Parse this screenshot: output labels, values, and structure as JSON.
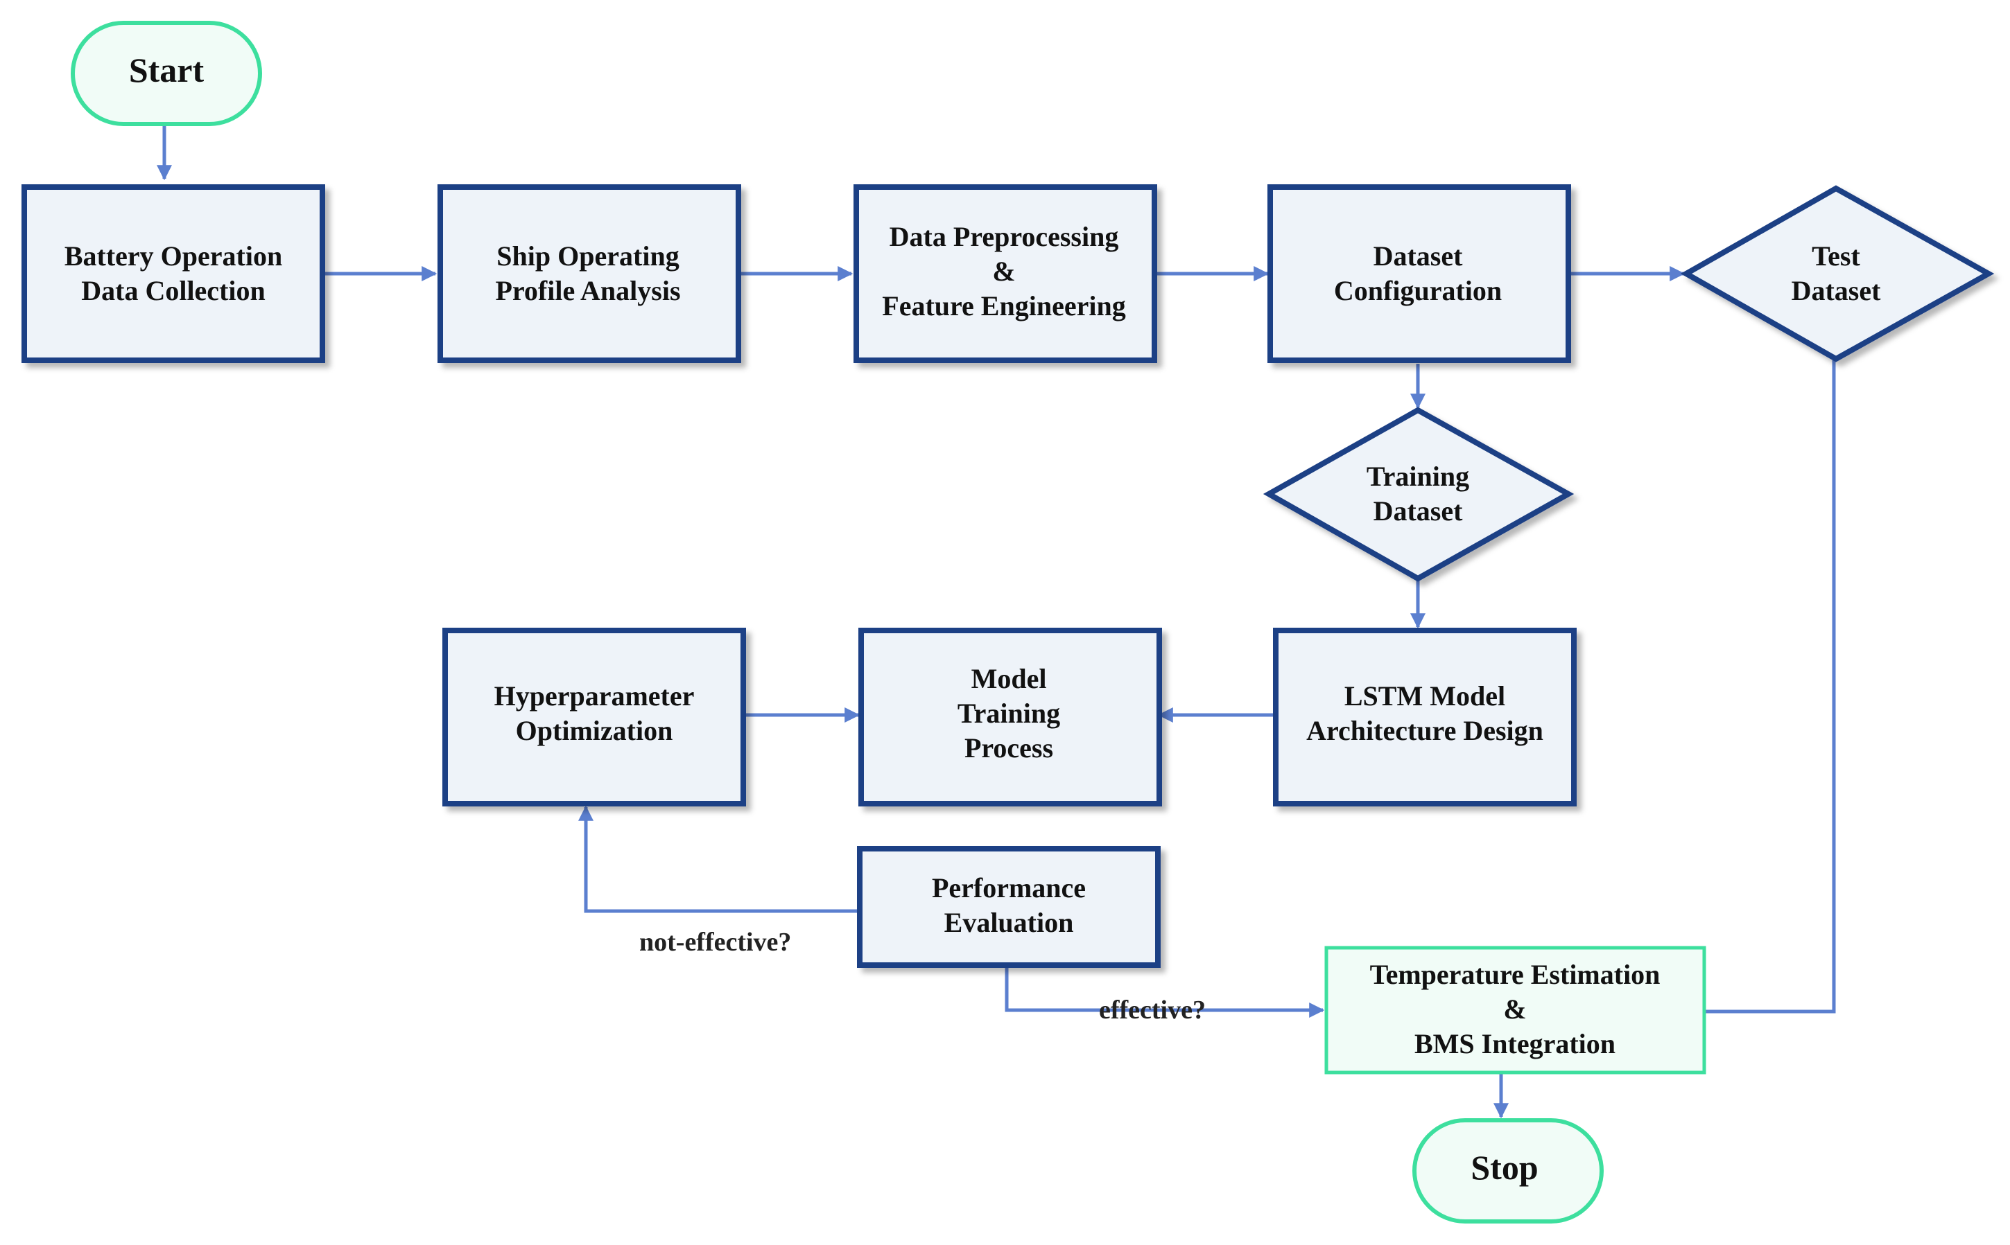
{
  "colors": {
    "box_stroke": "#1f3f85",
    "box_fill": "#eef3f9",
    "terminal_stroke": "#3ddf9e",
    "terminal_fill": "#f1fcf7",
    "arrow": "#5b7fcf",
    "text": "#111111"
  },
  "nodes": {
    "start": {
      "label": "Start"
    },
    "data_collection": {
      "line1": "Battery Operation",
      "line2": "Data Collection"
    },
    "profile_analysis": {
      "line1": "Ship Operating",
      "line2": "Profile Analysis"
    },
    "preprocessing": {
      "line1": "Data Preprocessing",
      "line2": "&",
      "line3": "Feature Engineering"
    },
    "dataset_config": {
      "line1": "Dataset",
      "line2": "Configuration"
    },
    "test_dataset": {
      "line1": "Test",
      "line2": "Dataset"
    },
    "training_dataset": {
      "line1": "Training",
      "line2": "Dataset"
    },
    "lstm_design": {
      "line1": "LSTM Model",
      "line2": "Architecture Design"
    },
    "model_training": {
      "line1": "Model",
      "line2": "Training",
      "line3": "Process"
    },
    "hyperparameter": {
      "line1": "Hyperparameter",
      "line2": "Optimization"
    },
    "performance": {
      "line1": "Performance",
      "line2": "Evaluation"
    },
    "temperature": {
      "line1": "Temperature Estimation",
      "line2": "&",
      "line3": "BMS Integration"
    },
    "stop": {
      "label": "Stop"
    }
  },
  "edges": {
    "not_effective": "not-effective?",
    "effective": "effective?"
  }
}
